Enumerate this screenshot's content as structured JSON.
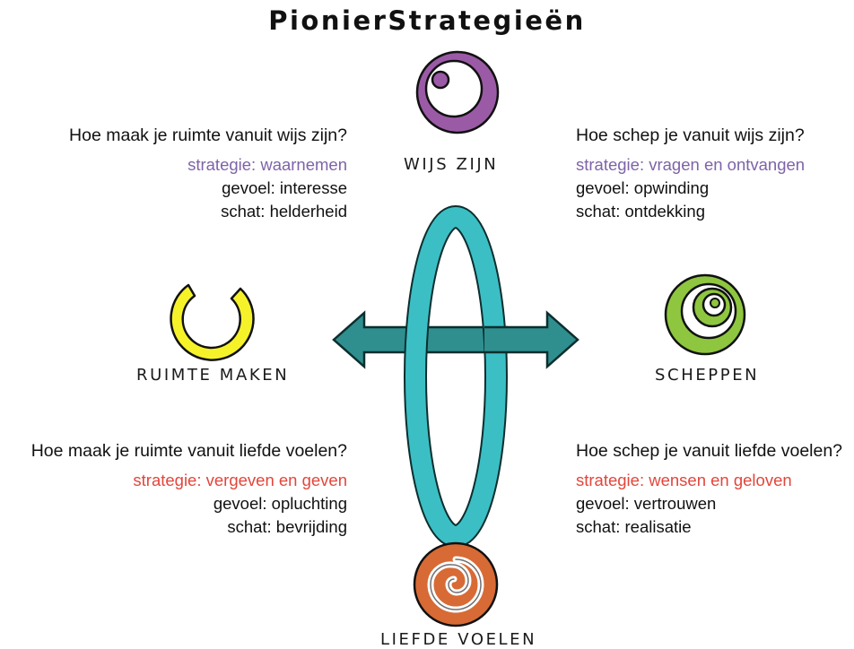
{
  "title": "PionierStrategieën",
  "colors": {
    "wijs": "#9b5aa6",
    "ruimte": "#f6f22a",
    "scheppen": "#8ec63f",
    "liefde": "#d86a35",
    "teal": "#3bbfc5",
    "arrow": "#2f8f8f",
    "strategy_purple": "#7e63a8",
    "strategy_red": "#e2463c"
  },
  "nodes": {
    "wijs_zijn": "WIJS ZIJN",
    "ruimte_maken": "RUIMTE MAKEN",
    "scheppen": "SCHEPPEN",
    "liefde_voelen": "LIEFDE VOELEN"
  },
  "quadrants": {
    "top_left": {
      "question": "Hoe maak je ruimte vanuit wijs zijn?",
      "strategy": "strategie: waarnemen",
      "feeling": "gevoel: interesse",
      "treasure": "schat: helderheid"
    },
    "top_right": {
      "question": "Hoe schep je vanuit wijs zijn?",
      "strategy": "strategie: vragen en ontvangen",
      "feeling": "gevoel: opwinding",
      "treasure": "schat: ontdekking"
    },
    "bottom_left": {
      "question": "Hoe maak je ruimte vanuit liefde voelen?",
      "strategy": "strategie: vergeven en geven",
      "feeling": "gevoel: opluchting",
      "treasure": "schat: bevrijding"
    },
    "bottom_right": {
      "question": "Hoe schep je vanuit liefde voelen?",
      "strategy": "strategie: wensen en geloven",
      "feeling": "gevoel: vertrouwen",
      "treasure": "schat: realisatie"
    }
  },
  "icons": {
    "wijs": "circle-with-eye-icon",
    "ruimte": "open-ring-icon",
    "scheppen": "spiral-circles-icon",
    "liefde": "spiral-shell-icon",
    "center": "ellipse-double-arrow-icon"
  }
}
